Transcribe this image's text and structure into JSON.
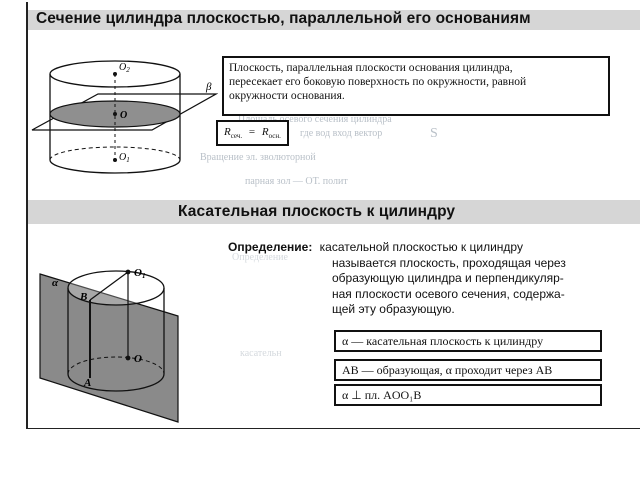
{
  "section1": {
    "title": "Сечение цилиндра плоскостью, параллельной его основаниям",
    "text_lines": [
      "Плоскость, параллельная плоскости основания цилиндра,",
      "пересекает его боковую поверхность по окружности, равной",
      "окружности основания."
    ],
    "formula": {
      "lhs": "R",
      "lhs_sub": "сеч.",
      "eq": "=",
      "rhs": "R",
      "rhs_sub": "осн."
    },
    "figure_labels": {
      "top_center": "O",
      "top_center_sub": "2",
      "center": "O",
      "bottom_center": "O",
      "bottom_center_sub": "1",
      "plane": "β"
    }
  },
  "section2": {
    "title": "Касательная плоскость к цилиндру",
    "definition_label": "Определение:",
    "definition_lines": [
      "касательной плоскостью к цилиндру",
      "называется плоскость, проходящая через",
      "образующую цилиндра и перпендикуляр-",
      "ная плоскости осевого сечения, содержа-",
      "щей эту образующую."
    ],
    "facts": [
      "α — касательная плоскость к цилиндру",
      "AB — образующая, α проходит через AB",
      "α ⊥ пл. AOO₁B"
    ],
    "figure_labels": {
      "plane": "α",
      "b": "B",
      "a": "A",
      "o1": "O",
      "o1_sub": "1",
      "o": "O"
    }
  },
  "ghost_text": [
    "Площадь осевого сечения цилиндра",
    "S",
    "гдe вод вход вектор",
    "Вращение эл. зволюторной",
    "парная зол — ОТ. полит",
    "Определение",
    "касательн"
  ],
  "colors": {
    "header_band": "#d6d6d6",
    "section_gray": "#9a9a9a",
    "ink": "#111111"
  }
}
